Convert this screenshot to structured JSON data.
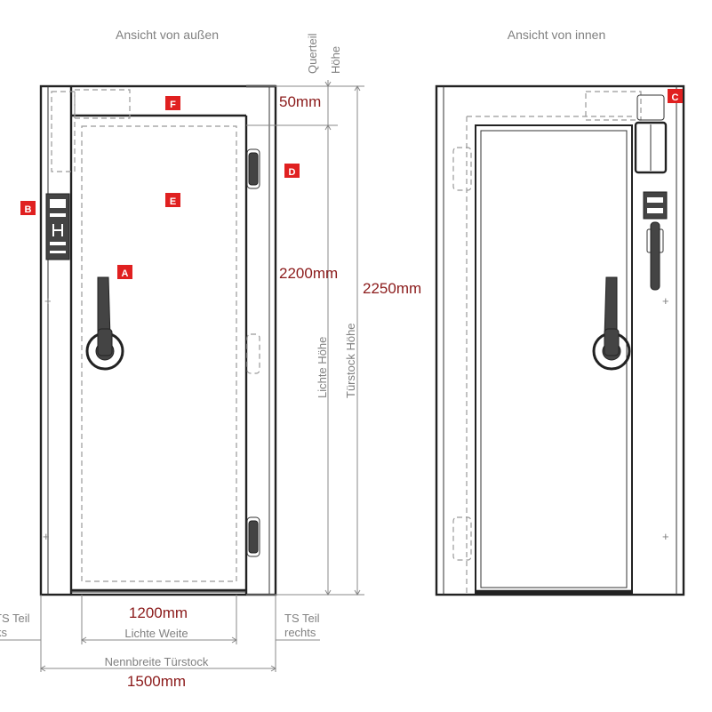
{
  "views": {
    "outside_title": "Ansicht von außen",
    "inside_title": "Ansicht von innen"
  },
  "labels": {
    "a": "A",
    "b": "B",
    "c": "C",
    "d": "D",
    "e": "E",
    "f": "F"
  },
  "dimensions": {
    "top_part": "50mm",
    "clear_height": "2200mm",
    "frame_height": "2250mm",
    "clear_width": "1200mm",
    "nominal_width": "1500mm"
  },
  "annotations": {
    "transom_height_1": "Querteil",
    "transom_height_2": "Höhe",
    "clear_height_label": "Lichte Höhe",
    "frame_height_label": "Türstock Höhe",
    "ts_left_1": "TS Teil",
    "ts_left_2": "links",
    "ts_right_1": "TS Teil",
    "ts_right_2": "rechts",
    "clear_width_label": "Lichte Weite",
    "nominal_width_label": "Nennbreite Türstock"
  },
  "colors": {
    "badge": "#e02020",
    "dimension_text": "#8b1a1a",
    "annotation_text": "#808080"
  }
}
